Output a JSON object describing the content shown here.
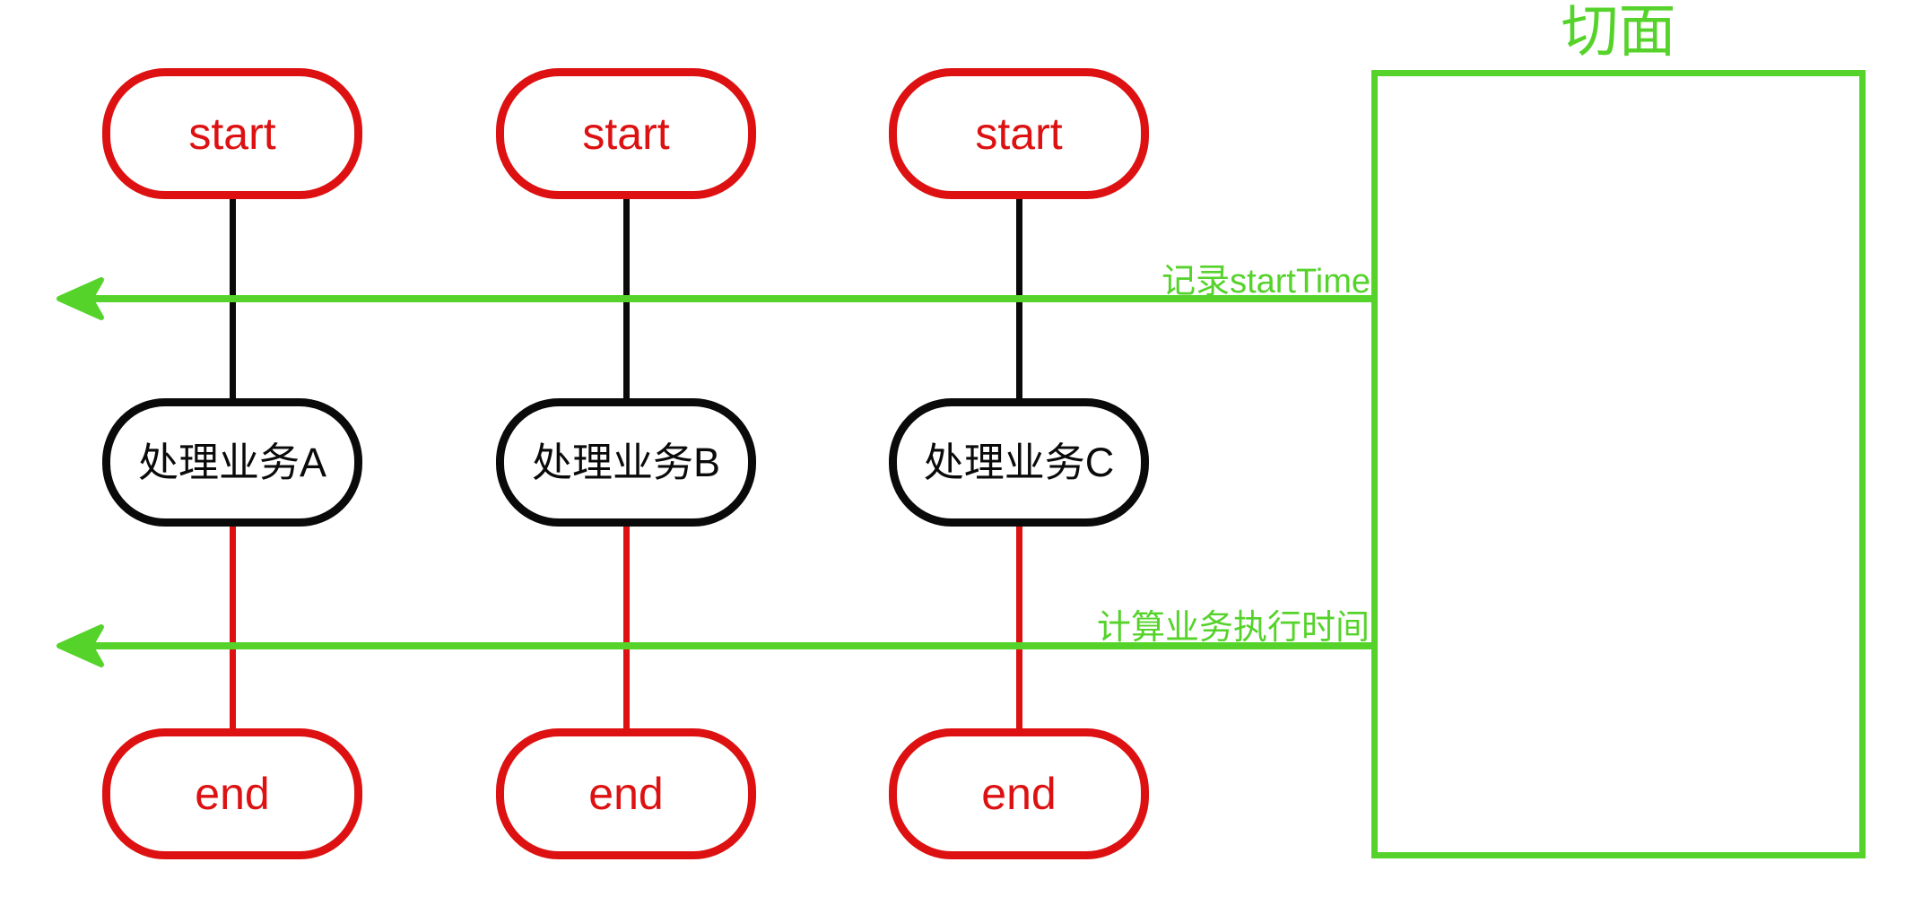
{
  "title": "切面",
  "annotations": {
    "first": "记录startTime",
    "second": "计算业务执行时间"
  },
  "lanes": [
    {
      "start": "start",
      "process": "处理业务A",
      "end": "end"
    },
    {
      "start": "start",
      "process": "处理业务B",
      "end": "end"
    },
    {
      "start": "start",
      "process": "处理业务C",
      "end": "end"
    }
  ],
  "colors": {
    "red": "#dd1111",
    "green": "#55d32a",
    "black": "#0a0a0a"
  }
}
